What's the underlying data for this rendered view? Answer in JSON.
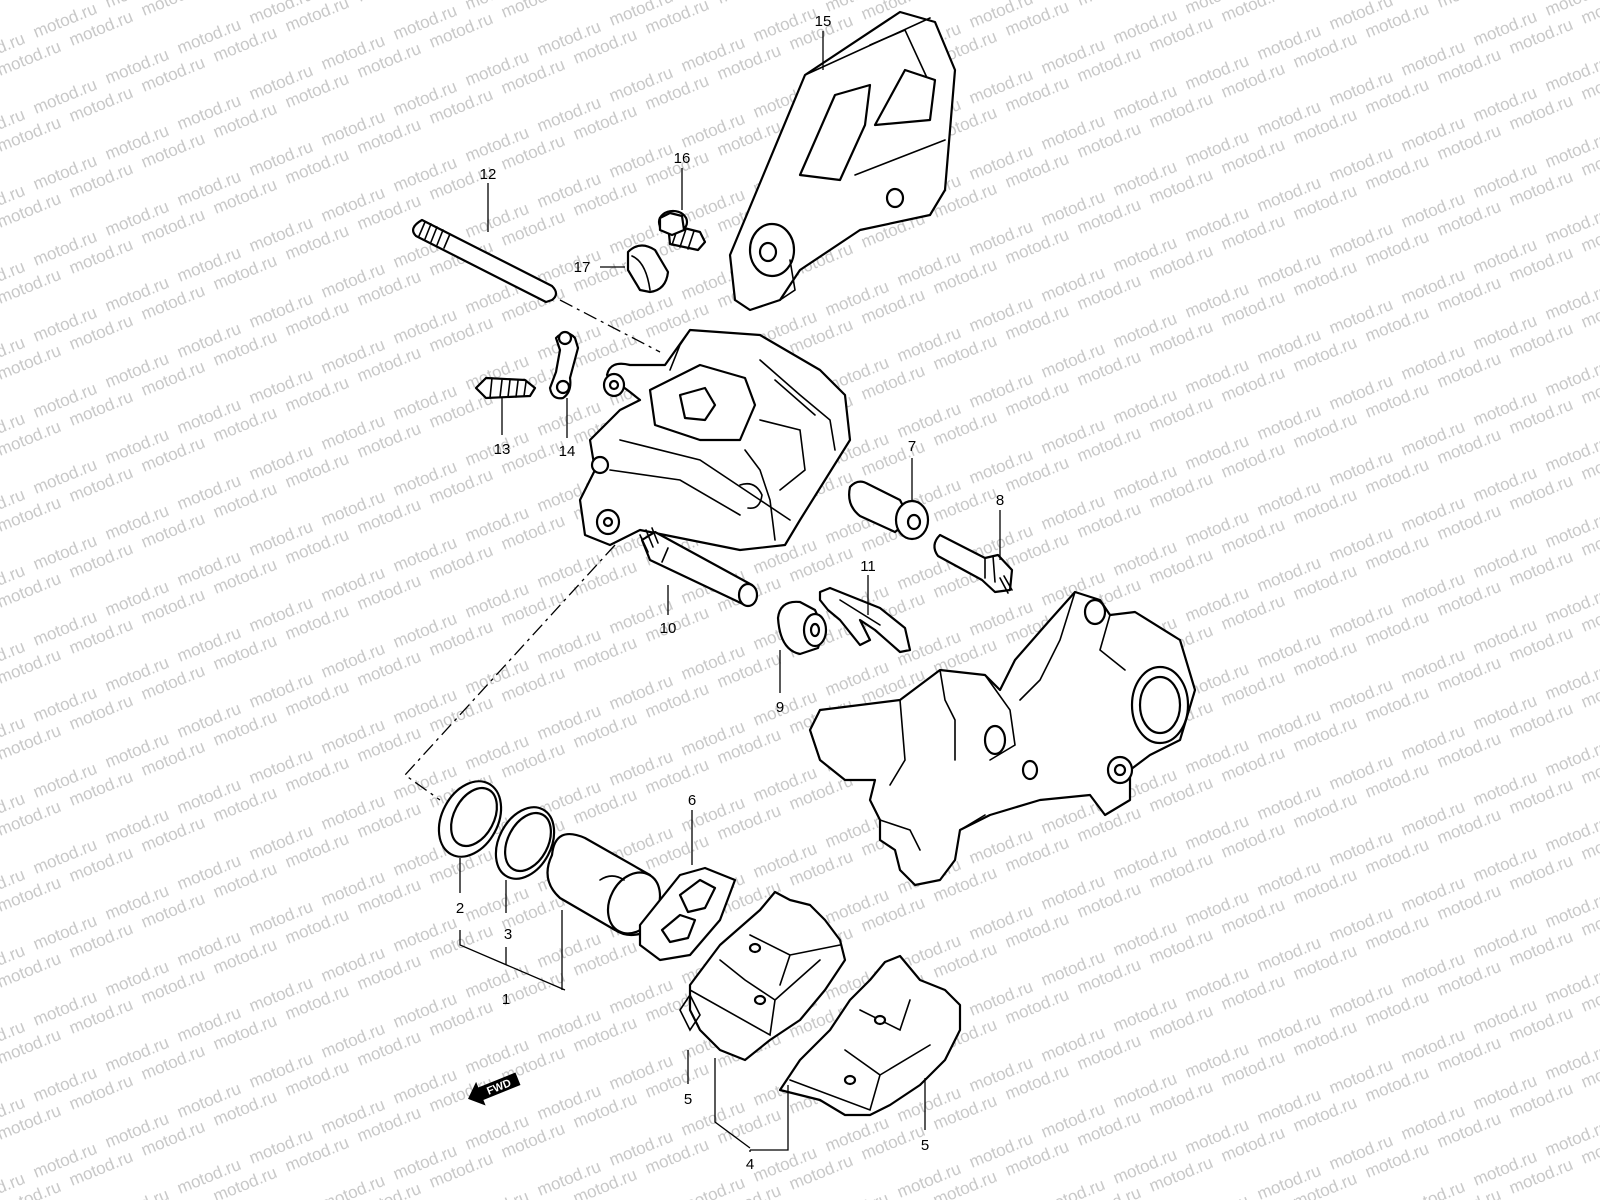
{
  "watermark": "motod.ru",
  "direction_marker": "FWD",
  "callouts": {
    "c1": "1",
    "c2": "2",
    "c3": "3",
    "c4": "4",
    "c5a": "5",
    "c5b": "5",
    "c6": "6",
    "c7": "7",
    "c8": "8",
    "c9": "9",
    "c10": "10",
    "c11": "11",
    "c12": "12",
    "c13": "13",
    "c14": "14",
    "c15": "15",
    "c16": "16",
    "c17": "17"
  },
  "colors": {
    "line": "#000000",
    "watermark": "#c8c8c8",
    "background": "#ffffff"
  }
}
